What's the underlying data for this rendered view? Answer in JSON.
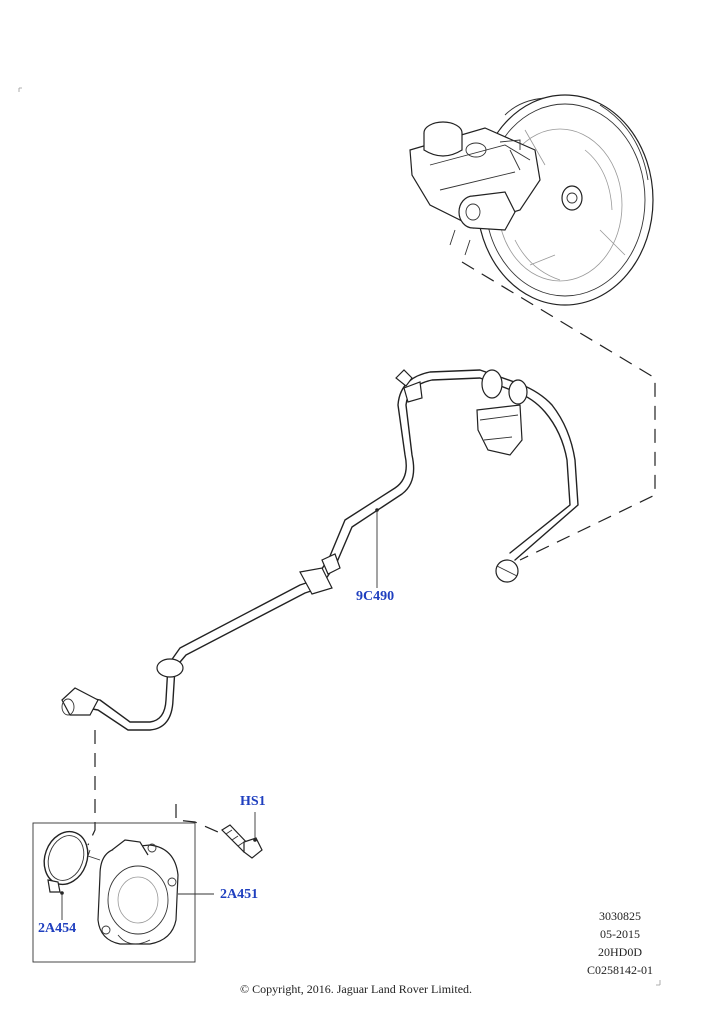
{
  "callouts": {
    "tube": "9C490",
    "bolt": "HS1",
    "pump": "2A451",
    "gasket": "2A454"
  },
  "meta": {
    "line1": "3030825",
    "line2": "05-2015",
    "line3": "20HD0D",
    "line4": "C0258142-01"
  },
  "copyright": "© Copyright, 2016. Jaguar Land Rover Limited.",
  "colors": {
    "callout": "#1f3fbf",
    "line": "#222222"
  }
}
